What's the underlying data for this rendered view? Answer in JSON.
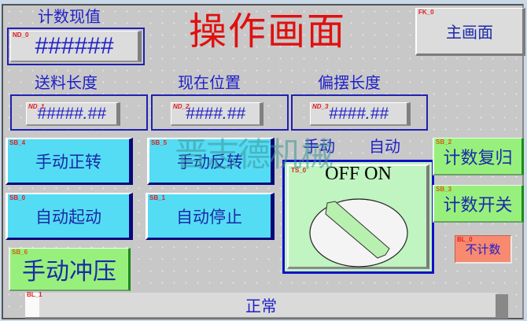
{
  "screen": {
    "title": "操作画面",
    "watermark": "晋志德机械"
  },
  "nav": {
    "home_button": {
      "tag": "FK_0",
      "label": "主画面"
    }
  },
  "displays": {
    "counter": {
      "label": "计数现值",
      "tag": "ND_0",
      "value": "######"
    },
    "feed_length": {
      "label": "送料长度",
      "tag": "ND_1",
      "value": "#####.##"
    },
    "current_position": {
      "label": "现在位置",
      "tag": "ND_2",
      "value": "####.##"
    },
    "swing_length": {
      "label": "偏摆长度",
      "tag": "ND_3",
      "value": "####.##"
    }
  },
  "buttons": {
    "manual_forward": {
      "tag": "SB_4",
      "label": "手动正转"
    },
    "manual_reverse": {
      "tag": "SB_5",
      "label": "手动反转"
    },
    "auto_start": {
      "tag": "SB_0",
      "label": "自动起动"
    },
    "auto_stop": {
      "tag": "SB_1",
      "label": "自动停止"
    },
    "manual_punch": {
      "tag": "SB_6",
      "label": "手动冲压"
    },
    "count_reset": {
      "tag": "SB_2",
      "label": "计数复归"
    },
    "count_switch": {
      "tag": "SB_3",
      "label": "计数开关"
    }
  },
  "mode_switch": {
    "tag": "TS_0",
    "left_label": "手动",
    "right_label": "自动",
    "state_text": "OFF ON"
  },
  "lamps": {
    "no_count": {
      "tag": "BL_0",
      "label": "不计数"
    },
    "status": {
      "tag": "BL_1",
      "label": "正常"
    }
  },
  "colors": {
    "label_blue": "#2020c8",
    "title_red": "#e01010",
    "button_cyan": "#54dcf4",
    "button_green": "#98f07c",
    "lamp_red": "#f88a70",
    "switch_green": "#c0f4c0"
  }
}
